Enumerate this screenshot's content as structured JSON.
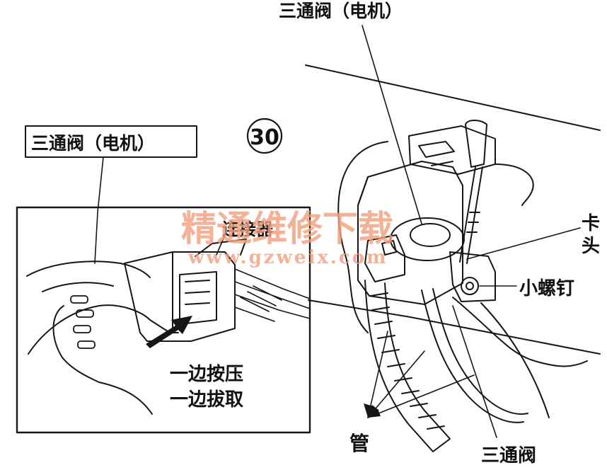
{
  "diagram": {
    "step_number": "30",
    "labels": {
      "top_valve": "三通阀（电机）",
      "inset_valve": "三通阀（电机）",
      "connector": "连接器",
      "clip_line1": "卡",
      "clip_line2": "头",
      "screw": "小螺钉",
      "press_line1": "一边按压",
      "press_line2": "一边拔取",
      "tube": "管",
      "bottom_valve": "三通阀"
    },
    "watermark": {
      "title": "精通维修下载",
      "url": "www.gzweix.com"
    },
    "colors": {
      "ink": "#161616",
      "watermark": "#f2a07e",
      "background": "#ffffff"
    }
  }
}
